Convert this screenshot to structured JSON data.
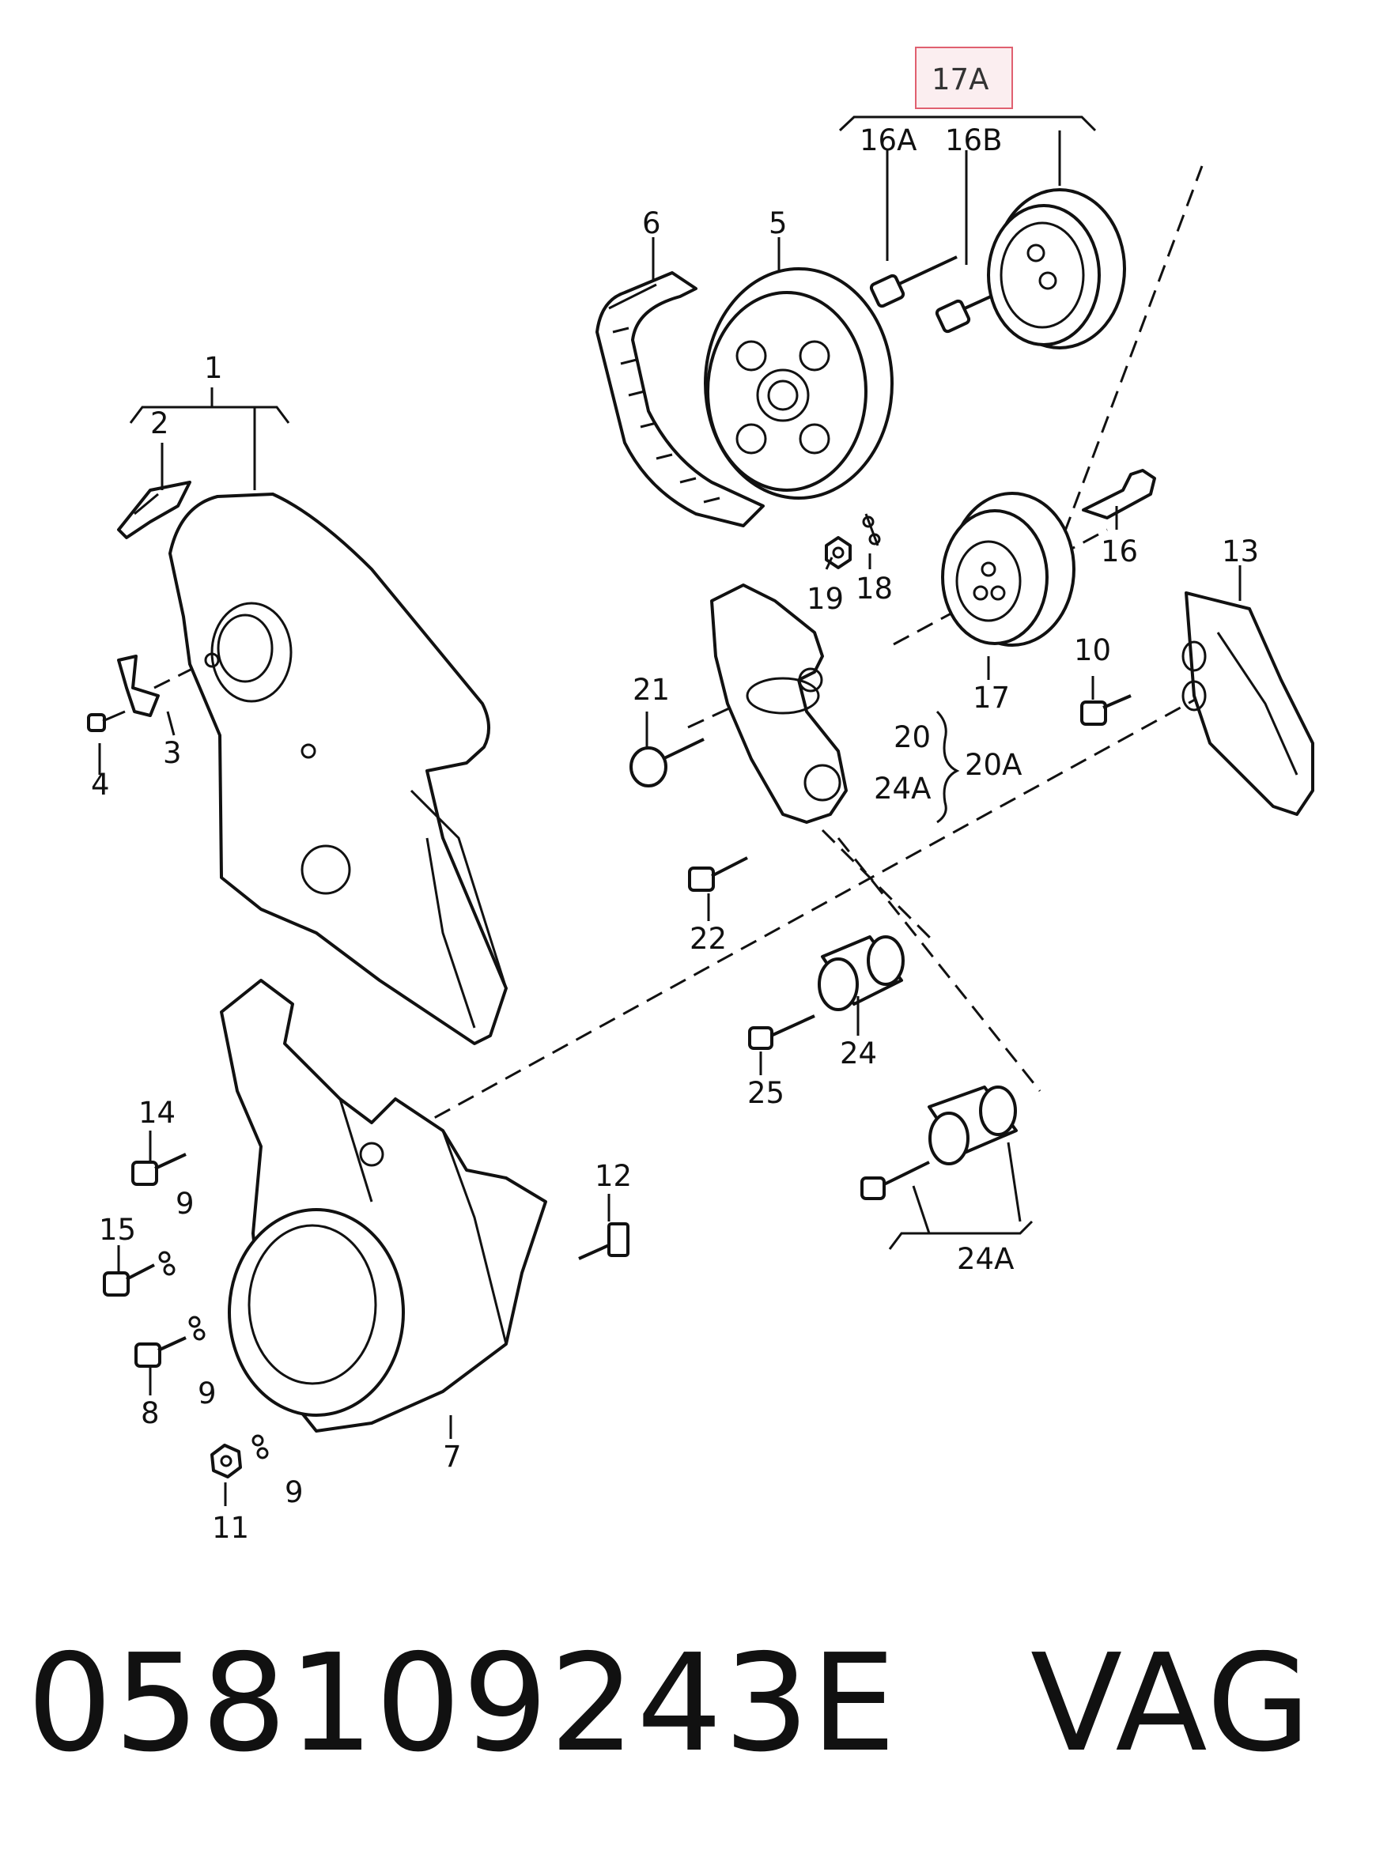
{
  "callouts": {
    "c1": "1",
    "c2": "2",
    "c3": "3",
    "c4": "4",
    "c5": "5",
    "c6": "6",
    "c7": "7",
    "c8": "8",
    "c9a": "9",
    "c9b": "9",
    "c9c": "9",
    "c10": "10",
    "c11": "11",
    "c12": "12",
    "c13": "13",
    "c14": "14",
    "c15": "15",
    "c16": "16",
    "c16a": "16A",
    "c16b": "16B",
    "c17": "17",
    "c17a": "17A",
    "c18": "18",
    "c19": "19",
    "c20": "20",
    "c20a": "20A",
    "c21": "21",
    "c22": "22",
    "c24": "24",
    "c24a_label": "24A",
    "c24a_group": "24A",
    "c25": "25"
  },
  "caption": {
    "part_number": "058109243E",
    "brand": "VAG"
  },
  "colors": {
    "line": "#111111",
    "highlight_box": "#e06070",
    "highlight_fill": "#fbeef0"
  }
}
